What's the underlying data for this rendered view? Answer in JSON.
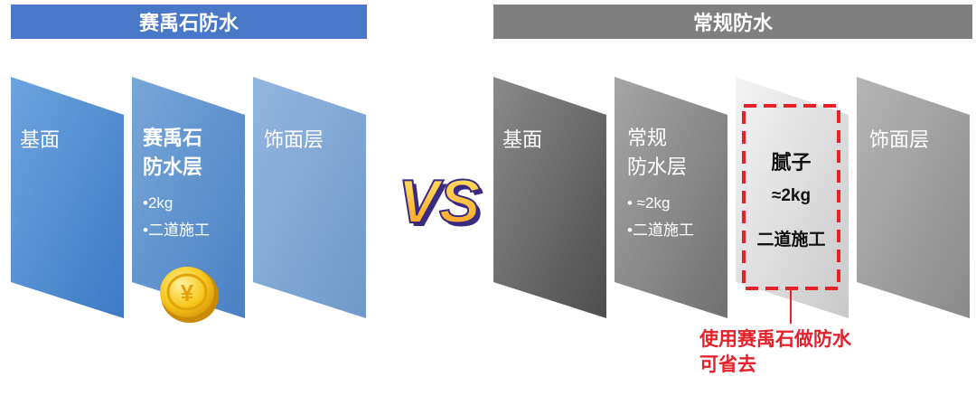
{
  "left_section": {
    "header": "赛禹石防水",
    "panels": [
      {
        "label": "基面"
      },
      {
        "label_line1": "赛禹石",
        "label_line2": "防水层",
        "bullets": [
          "•2kg",
          "•二道施工"
        ]
      },
      {
        "label": "饰面层"
      }
    ]
  },
  "vs_text": "VS",
  "right_section": {
    "header": "常规防水",
    "panels": [
      {
        "label": "基面"
      },
      {
        "label_line1": "常规",
        "label_line2": "防水层",
        "bullets": [
          "•  ≈2kg",
          "•二道施工"
        ]
      },
      {
        "highlight": {
          "title": "腻子",
          "amount": "≈2kg",
          "method": "二道施工"
        }
      },
      {
        "label": "饰面层"
      }
    ]
  },
  "annotation": {
    "line1": "使用赛禹石做防水",
    "line2": "可省去"
  },
  "colors": {
    "left_header": "#4a78c8",
    "right_header": "#7f7f7f",
    "annotation": "#e8202a"
  },
  "icons": {
    "coin": "yen-coin-icon"
  }
}
